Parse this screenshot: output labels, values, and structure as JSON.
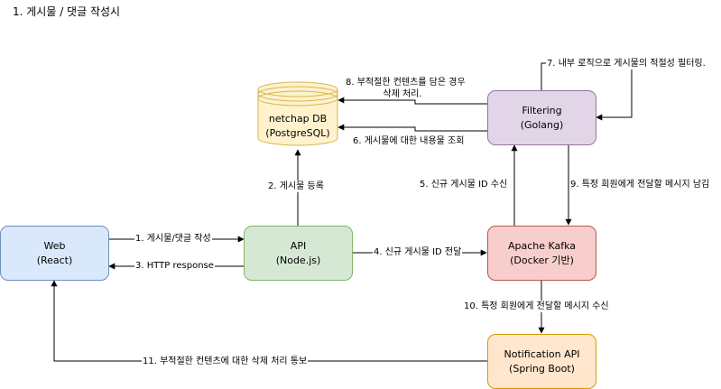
{
  "title": "1. 게시물 / 댓글 작성시",
  "nodes": {
    "web": {
      "line1": "Web",
      "line2": "(React)",
      "fill": "#dae8fc",
      "stroke": "#6c8ebf"
    },
    "api": {
      "line1": "API",
      "line2": "(Node.js)",
      "fill": "#d5e8d4",
      "stroke": "#82b366"
    },
    "kafka": {
      "line1": "Apache Kafka",
      "line2": "(Docker 기반)",
      "fill": "#f8cecc",
      "stroke": "#b85450"
    },
    "filtering": {
      "line1": "Filtering",
      "line2": "(Golang)",
      "fill": "#e1d5e7",
      "stroke": "#9673a6"
    },
    "notification": {
      "line1": "Notification API",
      "line2": "(Spring Boot)",
      "fill": "#ffe6cc",
      "stroke": "#d79b00"
    },
    "db": {
      "line1": "netchap DB",
      "line2": "(PostgreSQL)",
      "fill": "#fff2cc",
      "stroke": "#d6b656"
    }
  },
  "edges": {
    "e1": "1. 게시물/댓글 작성",
    "e2": "2. 게시물 등록",
    "e3": "3. HTTP response",
    "e4": "4. 신규 게시물 ID 전달",
    "e5": "5. 신규 게시물 ID 수신",
    "e6": "6. 게시물에 대한 내용물 조회",
    "e7": "7. 내부 로직으로 게시물의 적절성 필터링.",
    "e8_line1": "8. 부적절한 컨텐츠를 담은 경우",
    "e8_line2": "삭제 처리.",
    "e9": "9. 특정 회원에게 전달할 메시지 남김",
    "e10": "10. 특정 회원에게 전달할 메시지 수신",
    "e11": "11. 부적절한 컨텐츠에 대한 삭제 처리 통보"
  }
}
